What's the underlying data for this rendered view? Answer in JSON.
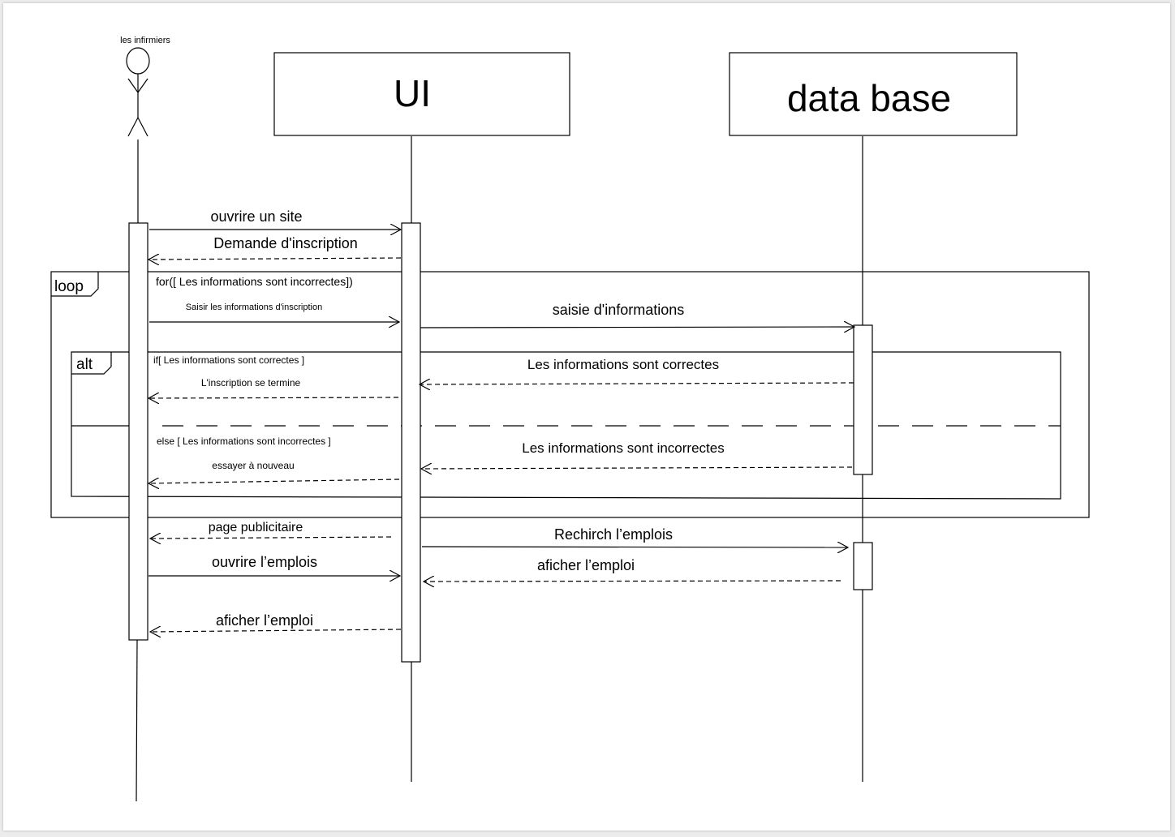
{
  "actor": {
    "label": "les infirmiers"
  },
  "lifelines": {
    "ui": "UI",
    "database": "data base"
  },
  "fragments": {
    "loop": {
      "keyword": "loop",
      "guard": "for([ Les informations sont incorrectes])"
    },
    "alt": {
      "keyword": "alt",
      "if_guard": "if[ Les informations sont correctes ]",
      "else_guard": "else [ Les informations sont incorrectes ]"
    }
  },
  "messages": {
    "m1": "ouvrire un site",
    "m2": "Demande d'inscription",
    "m3": "Saisir les informations d'inscription",
    "m4": "saisie d'informations",
    "m5": "Les informations sont correctes",
    "m6": "L'inscription se termine",
    "m7": "Les informations sont incorrectes",
    "m8": "essayer à nouveau",
    "m9": "page publicitaire",
    "m10": "Rechirch l’emplois",
    "m11": "ouvrire l’emplois",
    "m12": "aficher l’emploi",
    "m13": "aficher l’emploi"
  }
}
